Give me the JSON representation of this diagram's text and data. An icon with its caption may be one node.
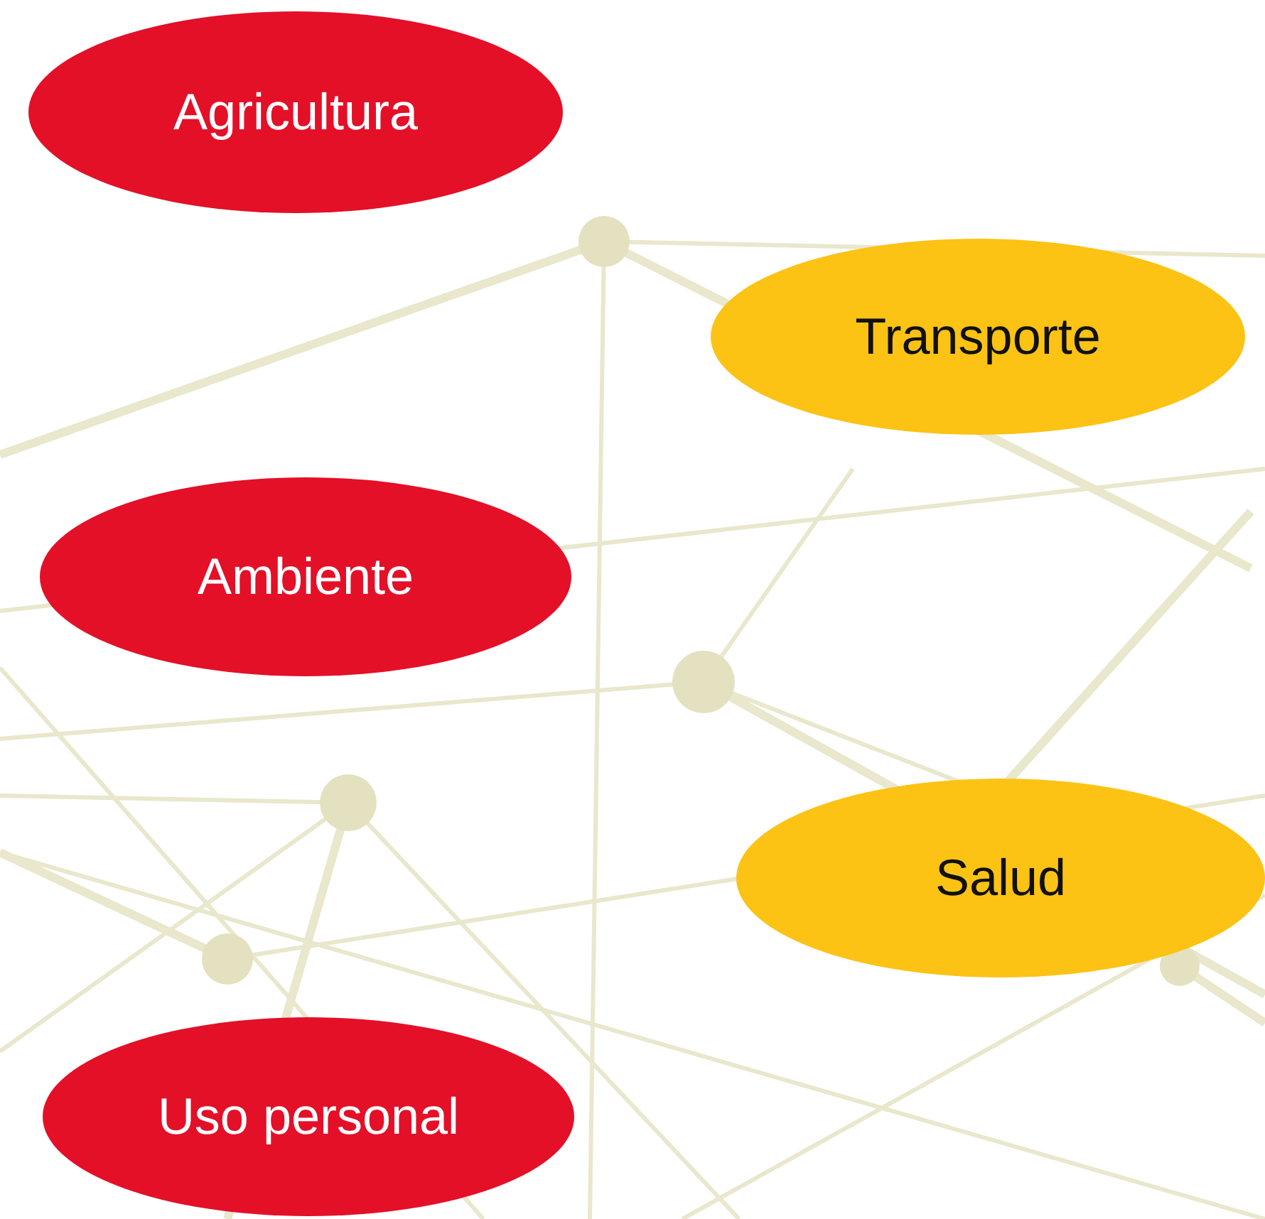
{
  "diagram": {
    "nodes": [
      {
        "text": [
          "Agricultura"
        ]
      },
      {
        "text": [
          "Transporte"
        ]
      },
      {
        "text": [
          "Ambiente"
        ]
      },
      {
        "text": [
          "Salud"
        ]
      },
      {
        "text": [
          "Uso personal"
        ]
      }
    ]
  }
}
